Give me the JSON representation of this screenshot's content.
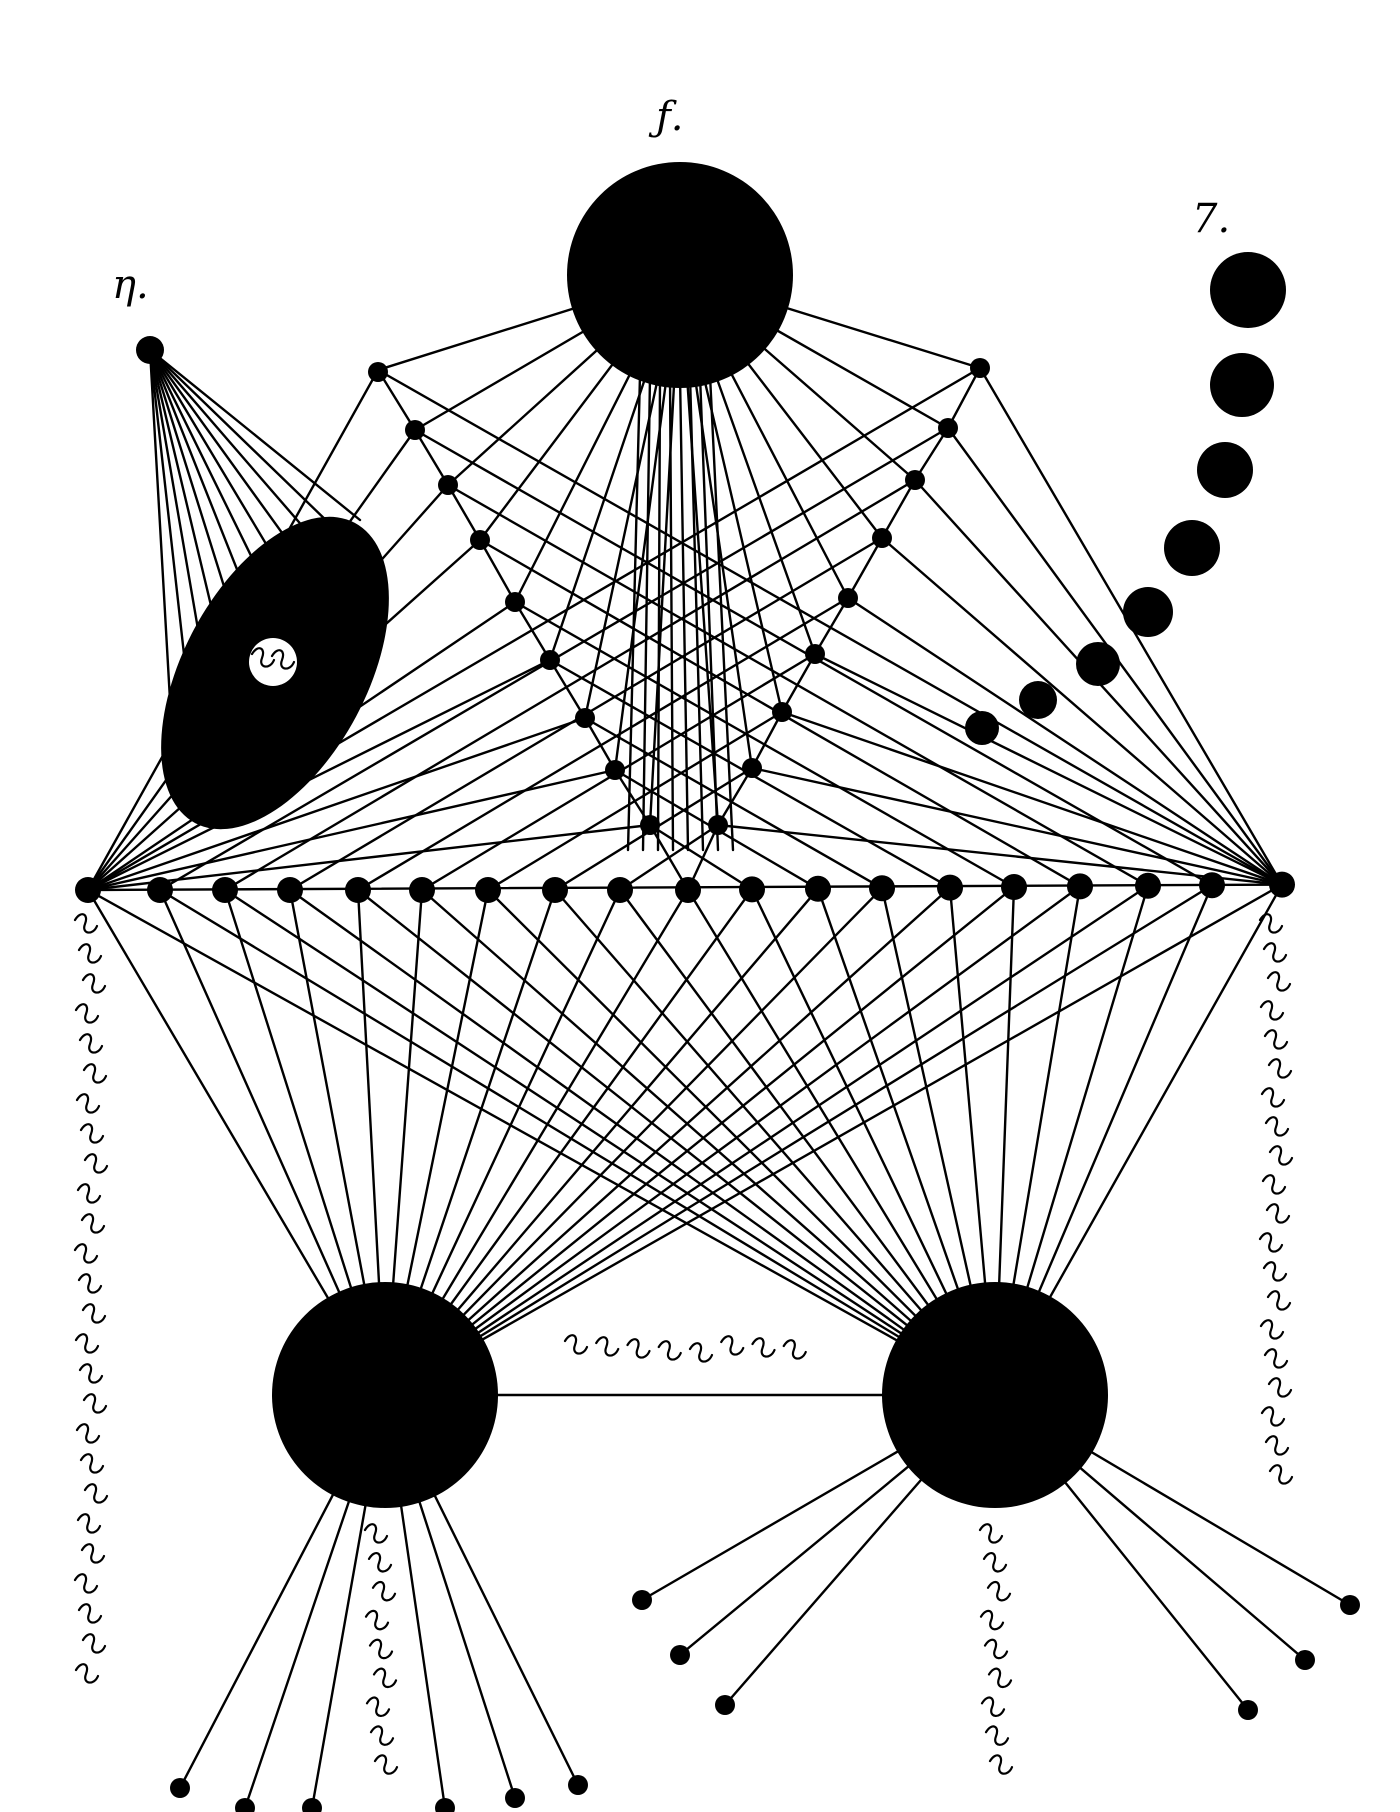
{
  "figure": {
    "kind": "esoteric sigil-like network diagram",
    "ink_color": "#000000",
    "paper_color": "#ffffff"
  },
  "labels": {
    "top_mark": "ƒ.",
    "right_mark": "7.",
    "left_mark": "η."
  }
}
